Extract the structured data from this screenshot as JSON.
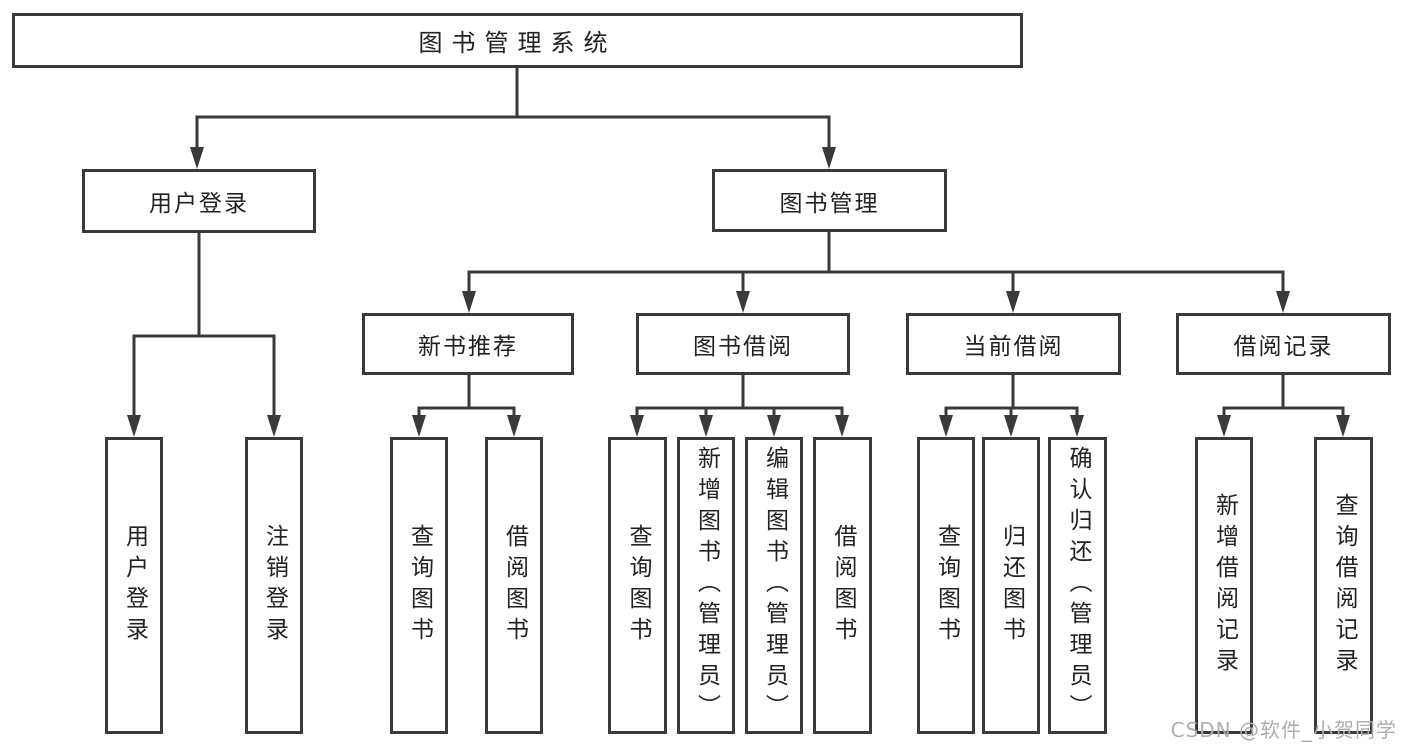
{
  "diagram_title": "图书管理系统",
  "tree": {
    "label": "图书管理系统",
    "children": [
      {
        "label": "用户登录",
        "children": [
          {
            "label": "用户登录"
          },
          {
            "label": "注销登录"
          }
        ]
      },
      {
        "label": "图书管理",
        "children": [
          {
            "label": "新书推荐",
            "children": [
              {
                "label": "查询图书"
              },
              {
                "label": "借阅图书"
              }
            ]
          },
          {
            "label": "图书借阅",
            "children": [
              {
                "label": "查询图书"
              },
              {
                "label": "新增图书（管理员）"
              },
              {
                "label": "编辑图书（管理员）"
              },
              {
                "label": "借阅图书"
              }
            ]
          },
          {
            "label": "当前借阅",
            "children": [
              {
                "label": "查询图书"
              },
              {
                "label": "归还图书"
              },
              {
                "label": "确认归还（管理员）"
              }
            ]
          },
          {
            "label": "借阅记录",
            "children": [
              {
                "label": "新增借阅记录"
              },
              {
                "label": "查询借阅记录"
              }
            ]
          }
        ]
      }
    ]
  },
  "watermark": {
    "text": "CSDN @软件_小贺同学"
  },
  "colors": {
    "line": "#3a3a3a",
    "text": "#222222",
    "background": "#ffffff",
    "watermark": "#aeaeae"
  }
}
